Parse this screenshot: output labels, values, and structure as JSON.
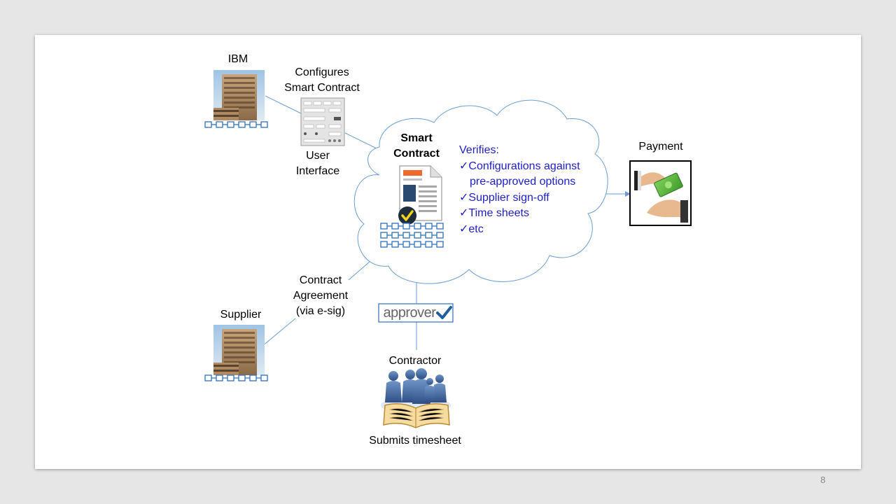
{
  "slide": {
    "page_number": "8",
    "accent_line_color": "#6a9ed4",
    "verifies_color": "#1f1fc8"
  },
  "nodes": {
    "ibm": {
      "label": "IBM"
    },
    "ui": {
      "title_line1": "Configures",
      "title_line2": "Smart Contract",
      "caption_line1": "User",
      "caption_line2": "Interface"
    },
    "smart_contract": {
      "line1": "Smart",
      "line2": "Contract"
    },
    "verifies": {
      "heading": "Verifies:",
      "items": [
        {
          "line1": "✓Configurations against",
          "line2": "pre-approved options"
        },
        {
          "line1": "✓Supplier sign-off"
        },
        {
          "line1": "✓Time sheets"
        },
        {
          "line1": "✓etc"
        }
      ]
    },
    "payment": {
      "label": "Payment"
    },
    "supplier": {
      "label": "Supplier"
    },
    "agreement": {
      "line1": "Contract",
      "line2": "Agreement",
      "line3": "(via e-sig)"
    },
    "approver": {
      "logo_text": "approver"
    },
    "contractor": {
      "label": "Contractor",
      "caption": "Submits timesheet"
    }
  },
  "icons": [
    "building-icon",
    "blockchain-icon",
    "ui-form-icon",
    "document-check-icon",
    "approver-logo-icon",
    "payment-hands-icon",
    "people-book-icon",
    "cloud-shape"
  ]
}
